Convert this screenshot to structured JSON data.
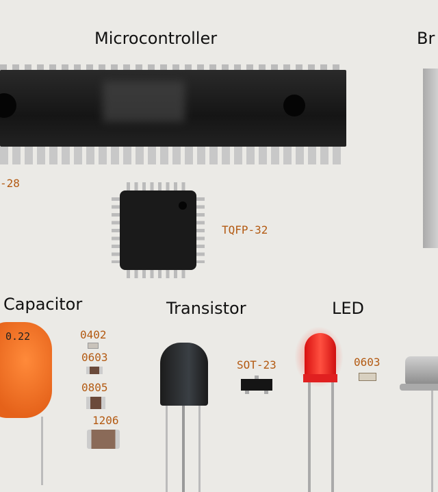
{
  "titles": {
    "microcontroller": "Microcontroller",
    "breadboard_partial": "Br",
    "capacitor": "Capacitor",
    "transistor": "Transistor",
    "led": "LED"
  },
  "labels": {
    "dip_partial": "-28",
    "tqfp": "TQFP-32",
    "cap_0402": "0402",
    "cap_0603": "0603",
    "cap_0805": "0805",
    "cap_1206": "1206",
    "sot23": "SOT-23",
    "led_0603": "0603",
    "capacitor_marking": "0.22"
  },
  "colors": {
    "label": "#b35a12",
    "background": "#ebeae6",
    "led": "#e8201a",
    "capacitor": "#f07020"
  }
}
